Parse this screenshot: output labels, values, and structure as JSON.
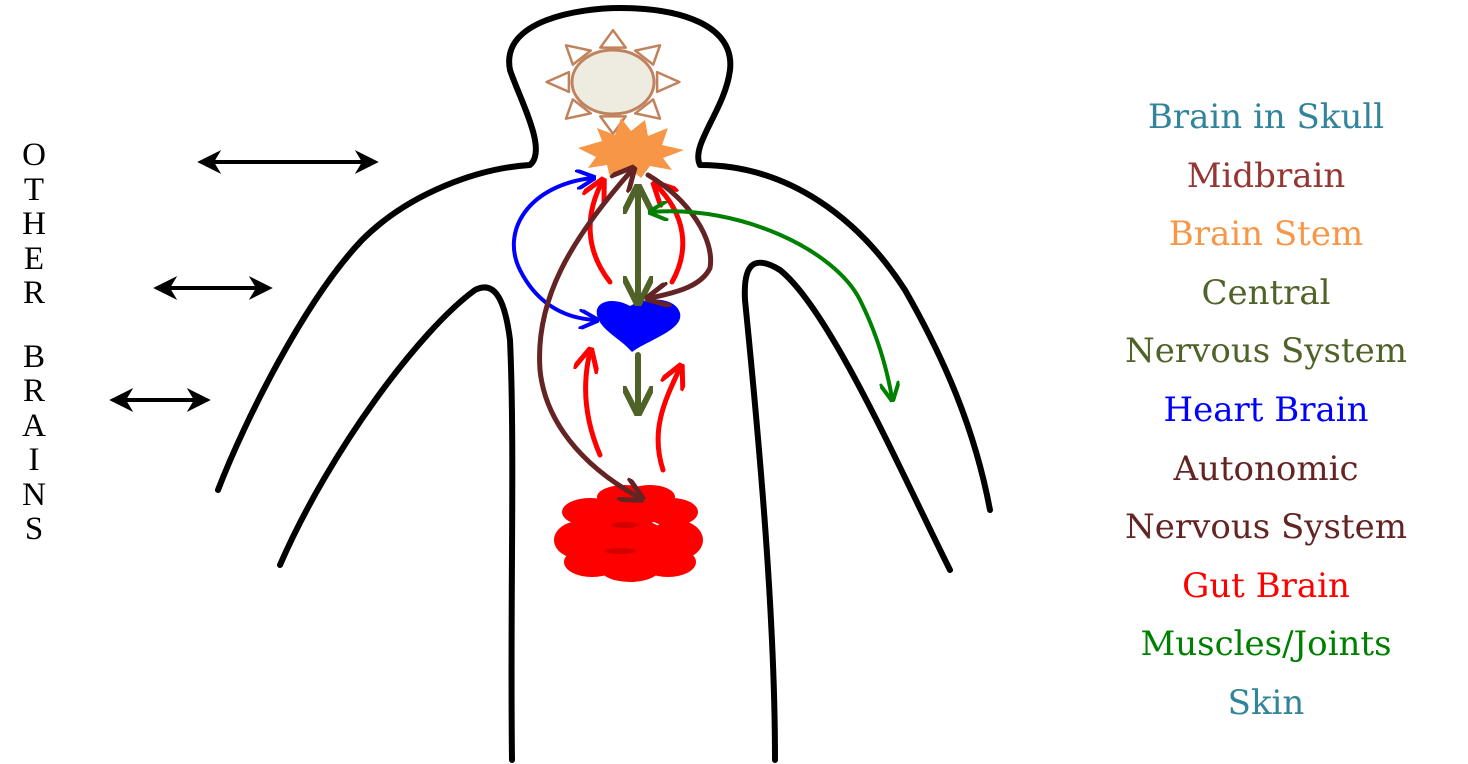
{
  "side_label": {
    "words": [
      "OTHER",
      "BRAINS"
    ]
  },
  "legend": [
    {
      "text": "Brain in Skull",
      "color": "#31849b"
    },
    {
      "text": "Midbrain",
      "color": "#943634"
    },
    {
      "text": "Brain Stem",
      "color": "#f79646"
    },
    {
      "text": "Central",
      "color": "#4f6228"
    },
    {
      "text": "Nervous System",
      "color": "#4f6228"
    },
    {
      "text": "Heart Brain",
      "color": "#0000ff"
    },
    {
      "text": "Autonomic",
      "color": "#632423"
    },
    {
      "text": "Nervous System",
      "color": "#632423"
    },
    {
      "text": "Gut Brain",
      "color": "#ff0000"
    },
    {
      "text": "Muscles/Joints",
      "color": "#008000"
    },
    {
      "text": "Skin",
      "color": "#31849b"
    }
  ],
  "colors": {
    "outline": "#000000",
    "brain": "#c0825c",
    "brain_fill": "#eeece1",
    "brain_stem": "#f79646",
    "heart": "#0000ff",
    "gut": "#ff0000",
    "central": "#4f6228",
    "autonomic": "#632423",
    "muscles": "#008000"
  }
}
